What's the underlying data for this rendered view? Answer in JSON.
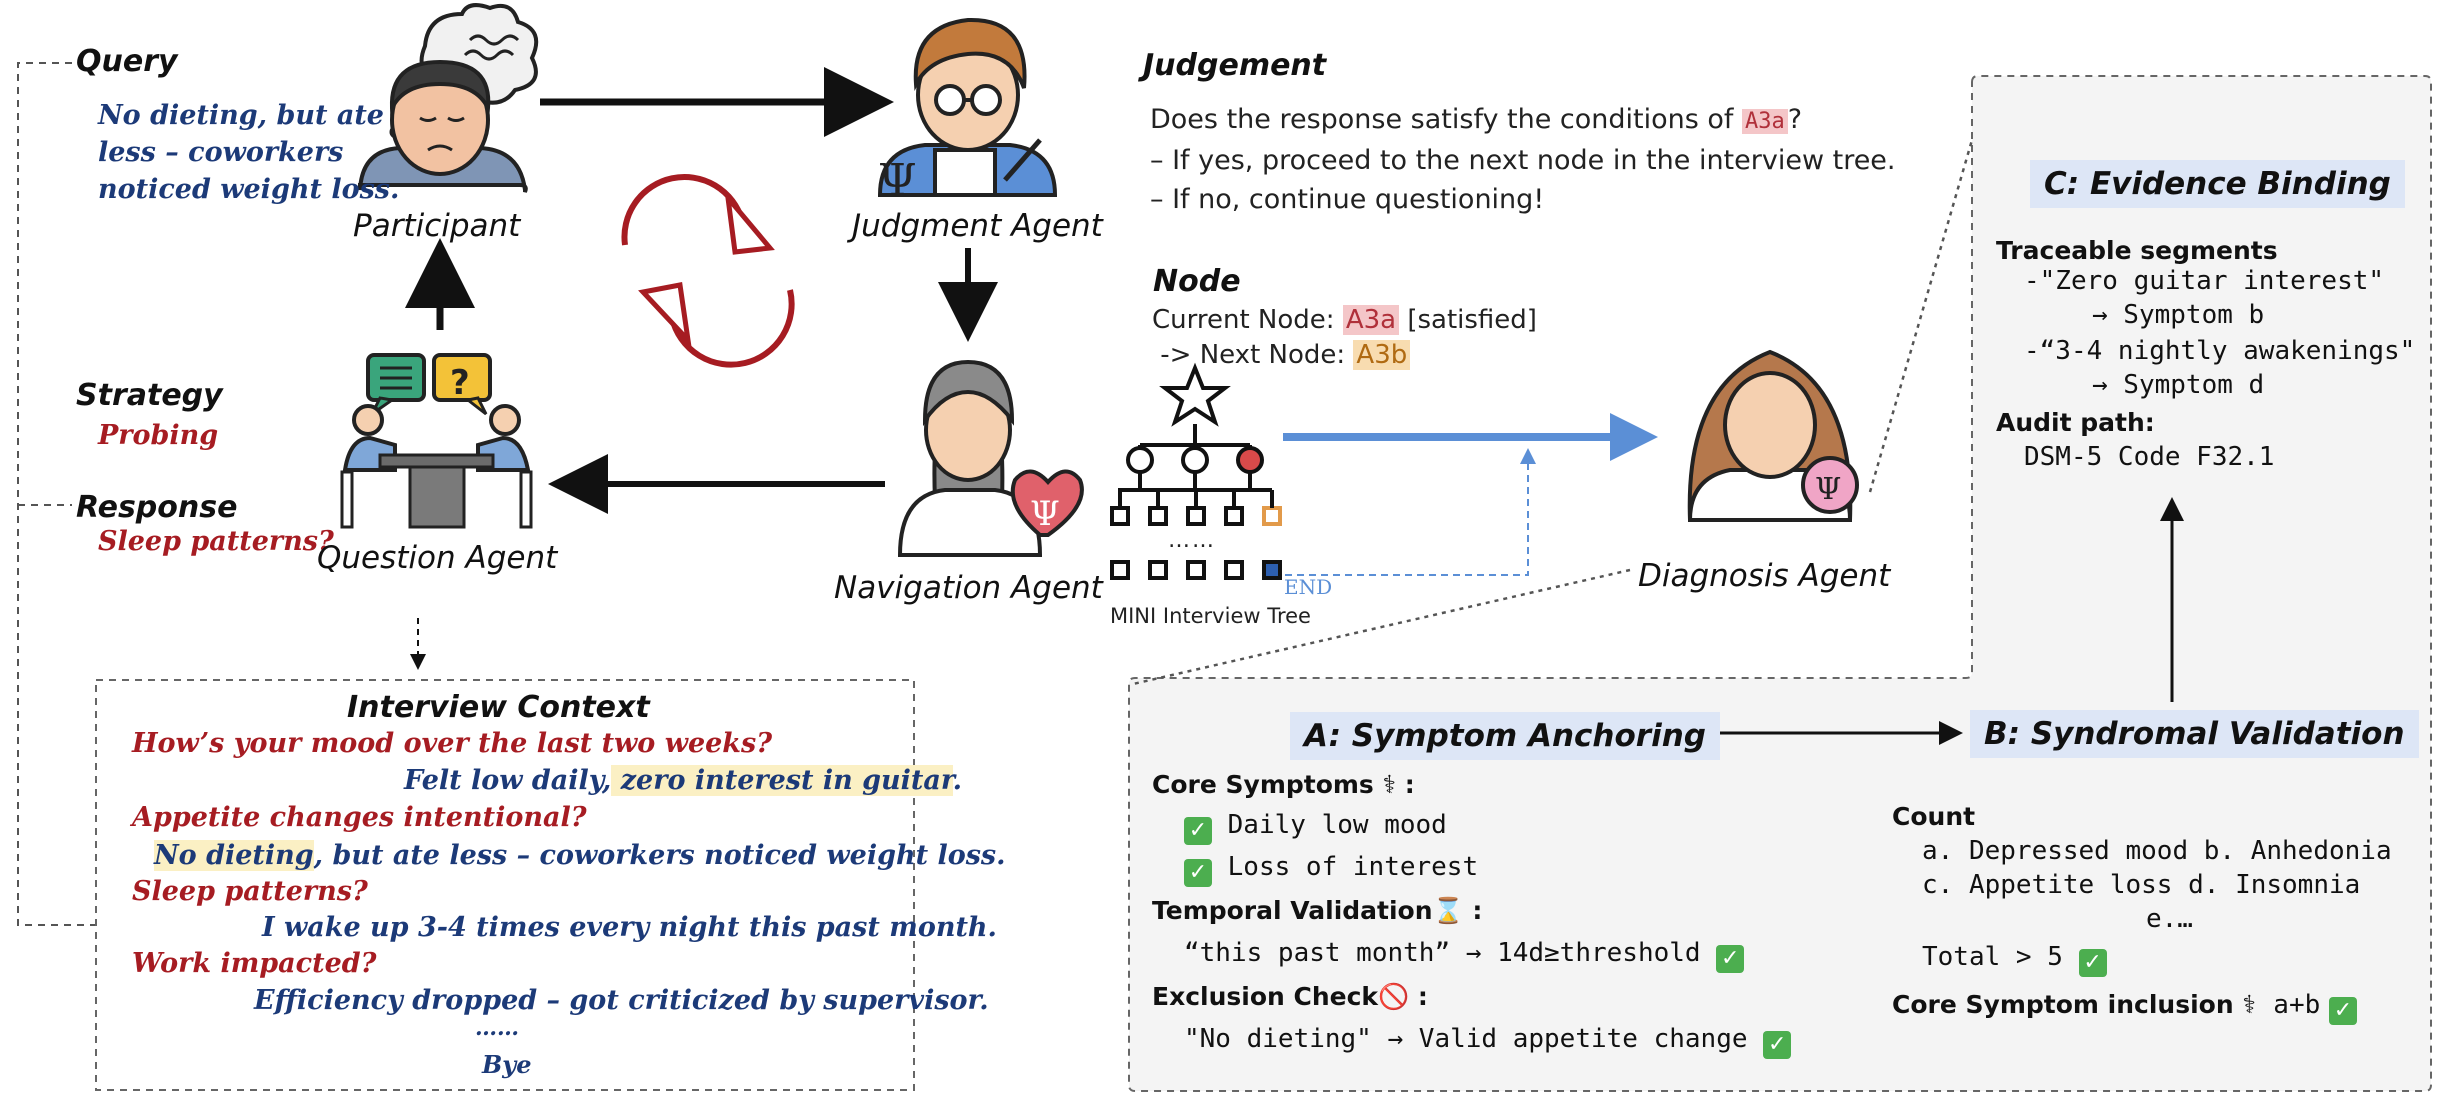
{
  "agents": {
    "participant": "Participant",
    "judgment": "Judgment Agent",
    "navigation": "Navigation Agent",
    "question": "Question Agent",
    "diagnosis": "Diagnosis Agent"
  },
  "query": {
    "title": "Query",
    "line1": "No dieting, but ate",
    "line2": "less – coworkers",
    "line3": "noticed weight loss."
  },
  "strategy": {
    "title": "Strategy",
    "value": "Probing"
  },
  "response": {
    "title": "Response",
    "value": "Sleep patterns?"
  },
  "judgement": {
    "title": "Judgement",
    "question_pre": "Does the response satisfy the conditions of ",
    "question_tag": "A3a",
    "question_post": "?",
    "yes_line": "– If yes, proceed to the next node in the interview tree.",
    "no_line": "– If no, continue questioning!"
  },
  "node": {
    "title": "Node",
    "current_pre": "Current Node: ",
    "current_tag": "A3a",
    "current_post": " [satisfied]",
    "next_pre": " -> Next Node: ",
    "next_tag": "A3b"
  },
  "tree": {
    "label": "MINI Interview Tree",
    "dots": "……",
    "end": "END"
  },
  "interview_context": {
    "title": "Interview Context",
    "q1": "How’s your mood over the last two weeks?",
    "a1_pre": "Felt low daily,",
    "a1_hl": " zero interest in guitar",
    "a1_post": ".",
    "q2": "Appetite changes intentional?",
    "a2_hl": "No dieting",
    "a2_post": ", but ate less – coworkers noticed weight loss.",
    "q3": "Sleep patterns?",
    "a3": "I wake up 3-4 times every night this past month.",
    "q4": "Work impacted?",
    "a4": "Efficiency dropped – got criticized by supervisor.",
    "ellipsis": "……",
    "bye": "Bye"
  },
  "evidence": {
    "title": "C: Evidence Binding",
    "traceable": "Traceable segments",
    "seg1": "-\"Zero guitar interest\"",
    "seg1_to": "→ Symptom b",
    "seg2": "-“3-4 nightly awakenings\"",
    "seg2_to": "→ Symptom d",
    "audit": "Audit path",
    "audit_colon": ":",
    "code": "DSM-5 Code F32.1"
  },
  "anchoring": {
    "title": "A: Symptom Anchoring",
    "core": "Core Symptoms",
    "core_icon": "⚕",
    "colon": " :",
    "item1": "Daily low mood",
    "item2": "Loss of interest",
    "temporal": "Temporal Validation",
    "temporal_icon": "⌛",
    "temporal_text": "“this past month” → 14d≥threshold",
    "exclusion": "Exclusion Check",
    "exclusion_icon": "🚫",
    "exclusion_text": "\"No dieting\" → Valid appetite change",
    "check": "✓"
  },
  "syndromal": {
    "title": "B: Syndromal Validation",
    "count": "Count",
    "line1": "a. Depressed mood b. Anhedonia",
    "line2": "c. Appetite loss d. Insomnia",
    "line3": "e.…",
    "total": "Total > 5",
    "inclusion": "Core Symptom inclusion",
    "inclusion_icon": "⚕",
    "inclusion_value": "a+b"
  },
  "colors": {
    "accent_blue": "#5b8fd6",
    "box_label_bg": "#dde6f6",
    "red_text": "#a61c22",
    "blue_text": "#1c3a78",
    "check_green": "#4cae4f",
    "tag_a3a": "#f4c6c8",
    "tag_a3b": "#f8dcb0"
  }
}
